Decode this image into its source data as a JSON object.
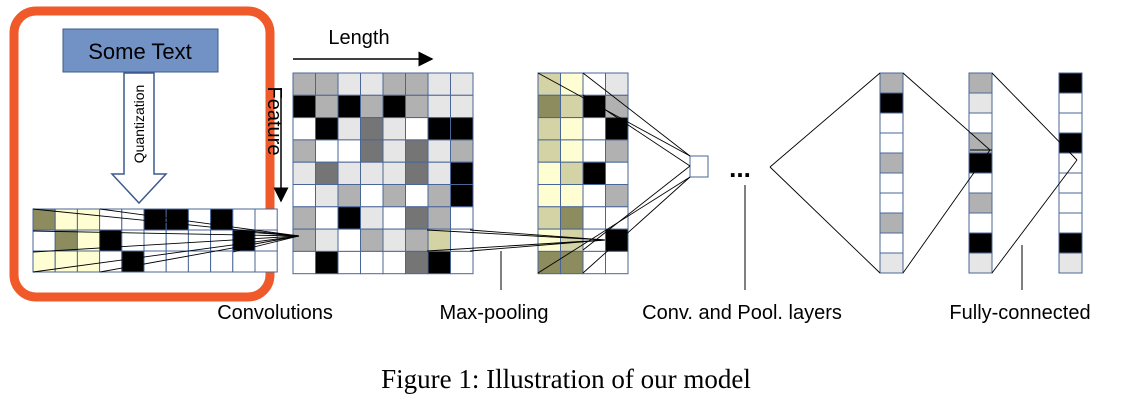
{
  "input": {
    "text": "Some Text",
    "quantization_label": "Quantization"
  },
  "axes": {
    "length_label": "Length",
    "feature_label": "Feature"
  },
  "stages": {
    "convolutions": "Convolutions",
    "max_pooling": "Max-pooling",
    "conv_pool_layers": "Conv. and Pool. layers",
    "fully_connected": "Fully-connected",
    "ellipsis": "..."
  },
  "caption": "Figure 1: Illustration of our model",
  "colors": {
    "highlight_border": "#f0592a",
    "text_box": "#7292c6",
    "grid_line": "#4a6699",
    "black": "#000000",
    "dark_gray": "#757575",
    "light_gray": "#b1b1b1",
    "very_light_gray": "#e6e6e6",
    "olive": "#8c8c5e",
    "pale_yellow": "#fefed2",
    "light_olive": "#d3d3a6"
  },
  "grids": {
    "input": [
      [
        "olive",
        "pale_yellow",
        "pale_yellow",
        "",
        "",
        "black",
        "black",
        "",
        "black",
        "",
        ""
      ],
      [
        "",
        "olive",
        "pale_yellow",
        "black",
        "",
        "",
        "",
        "",
        "",
        "black",
        ""
      ],
      [
        "pale_yellow",
        "pale_yellow",
        "pale_yellow",
        "",
        "black",
        "",
        "",
        "",
        "",
        "",
        ""
      ]
    ],
    "conv": [
      [
        "light_gray",
        "light_gray",
        "very_light_gray",
        "very_light_gray",
        "light_gray",
        "light_gray",
        "very_light_gray",
        "very_light_gray"
      ],
      [
        "black",
        "light_gray",
        "black",
        "light_gray",
        "black",
        "light_gray",
        "very_light_gray",
        "very_light_gray"
      ],
      [
        "",
        "black",
        "very_light_gray",
        "dark_gray",
        "very_light_gray",
        "",
        "black",
        "black"
      ],
      [
        "light_gray",
        "",
        "",
        "dark_gray",
        "very_light_gray",
        "dark_gray",
        "very_light_gray",
        "light_gray"
      ],
      [
        "very_light_gray",
        "dark_gray",
        "very_light_gray",
        "very_light_gray",
        "very_light_gray",
        "dark_gray",
        "very_light_gray",
        "black"
      ],
      [
        "",
        "very_light_gray",
        "light_gray",
        "",
        "light_gray",
        "",
        "light_gray",
        "black"
      ],
      [
        "light_gray",
        "",
        "black",
        "very_light_gray",
        "",
        "dark_gray",
        "light_gray",
        ""
      ],
      [
        "light_gray",
        "very_light_gray",
        "",
        "light_gray",
        "very_light_gray",
        "light_gray",
        "light_olive",
        ""
      ],
      [
        "",
        "black",
        "",
        "",
        "",
        "dark_gray",
        "black",
        ""
      ]
    ],
    "pool": [
      [
        "light_olive",
        "pale_yellow",
        "",
        "very_light_gray"
      ],
      [
        "olive",
        "light_olive",
        "black",
        "light_gray"
      ],
      [
        "light_olive",
        "pale_yellow",
        "",
        "black"
      ],
      [
        "light_olive",
        "pale_yellow",
        "",
        "light_gray"
      ],
      [
        "pale_yellow",
        "light_olive",
        "black",
        ""
      ],
      [
        "pale_yellow",
        "pale_yellow",
        "",
        "light_gray"
      ],
      [
        "light_olive",
        "olive",
        "",
        ""
      ],
      [
        "pale_yellow",
        "light_olive",
        "",
        "black"
      ],
      [
        "olive",
        "olive",
        "",
        ""
      ]
    ],
    "col_a": [
      "light_gray",
      "black",
      "",
      "",
      "light_gray",
      "",
      "",
      "light_gray",
      "",
      "very_light_gray"
    ],
    "col_b": [
      "light_gray",
      "very_light_gray",
      "",
      "light_gray",
      "black",
      "",
      "light_gray",
      "",
      "black",
      "very_light_gray"
    ],
    "col_c": [
      "black",
      "",
      "",
      "black",
      "",
      "",
      "",
      "",
      "black",
      "very_light_gray"
    ]
  }
}
